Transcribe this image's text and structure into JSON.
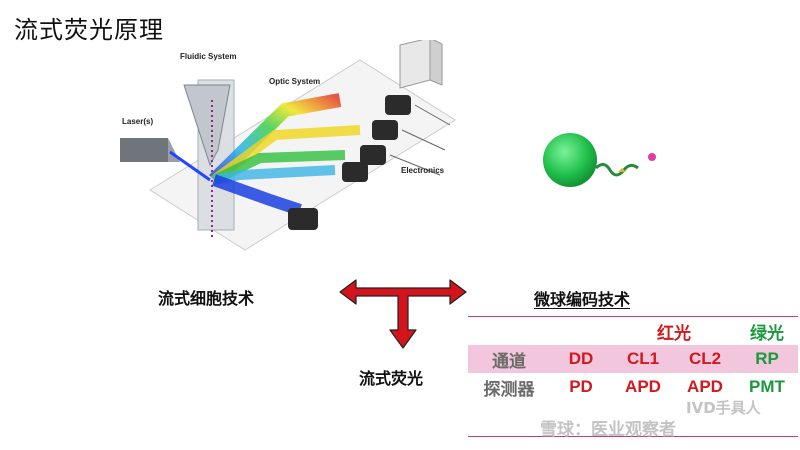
{
  "title": "流式荧光原理",
  "diagram": {
    "labels": {
      "fluidic": "Fluidic System",
      "optic": "Optic System",
      "laser": "Laser(s)",
      "electronics": "Electronics"
    }
  },
  "captions": {
    "left": "流式细胞技术",
    "right": "微球编码技术",
    "bottom": "流式荧光"
  },
  "table": {
    "group_red": "红光",
    "group_green": "绿光",
    "rows": [
      {
        "header": "通道",
        "cells": [
          "DD",
          "CL1",
          "CL2",
          "RP"
        ]
      },
      {
        "header": "探测器",
        "cells": [
          "PD",
          "APD",
          "APD",
          "PMT"
        ]
      }
    ]
  },
  "watermark": "雪球：医业观察者",
  "watermark2": "IVD手具人",
  "colors": {
    "red": "#d1191e",
    "green": "#1a9a3c",
    "pink_row": "#f2c6dc",
    "arrow": "#d4141c"
  }
}
